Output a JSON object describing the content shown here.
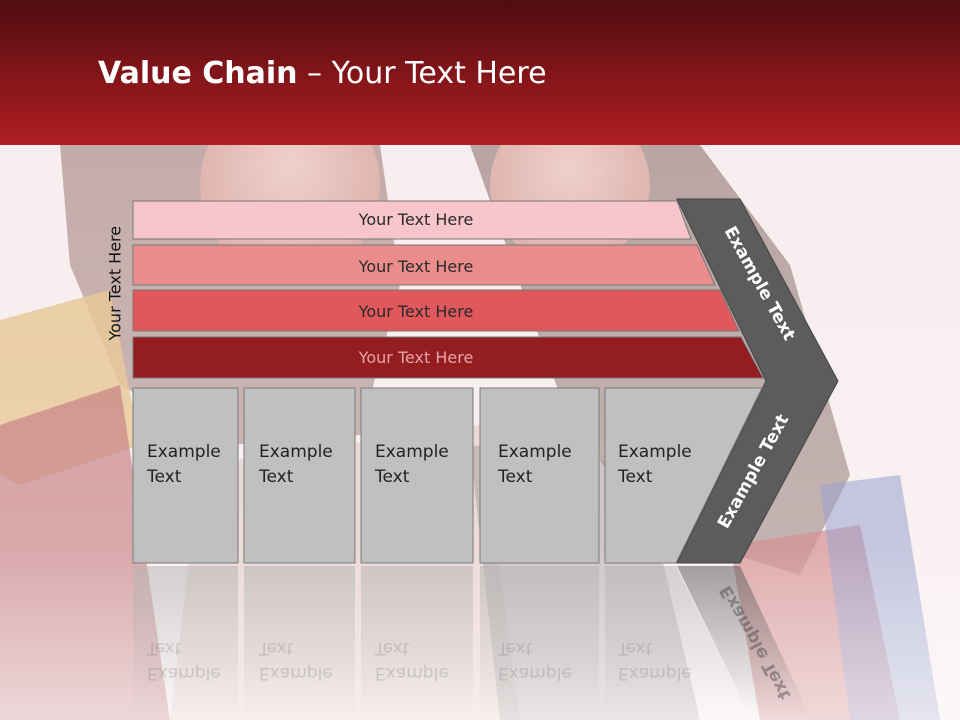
{
  "slide": {
    "title_bold": "Value Chain",
    "title_rest": " – Your Text Here",
    "side_label": "Your Text Here"
  },
  "bars": [
    {
      "label": "Your Text Here",
      "color": "#f6c6ca"
    },
    {
      "label": "Your Text Here",
      "color": "#ea8d8c"
    },
    {
      "label": "Your Text Here",
      "color": "#e0585b"
    },
    {
      "label": "Your Text Here",
      "color": "#941d20"
    }
  ],
  "arrow": {
    "upper_label": "Example Text",
    "lower_label": "Example Text",
    "color": "#5c5c5c"
  },
  "boxes": [
    {
      "line1": "Example",
      "line2": "Text"
    },
    {
      "line1": "Example",
      "line2": "Text"
    },
    {
      "line1": "Example",
      "line2": "Text"
    },
    {
      "line1": "Example",
      "line2": "Text"
    },
    {
      "line1": "Example",
      "line2": "Text"
    }
  ]
}
